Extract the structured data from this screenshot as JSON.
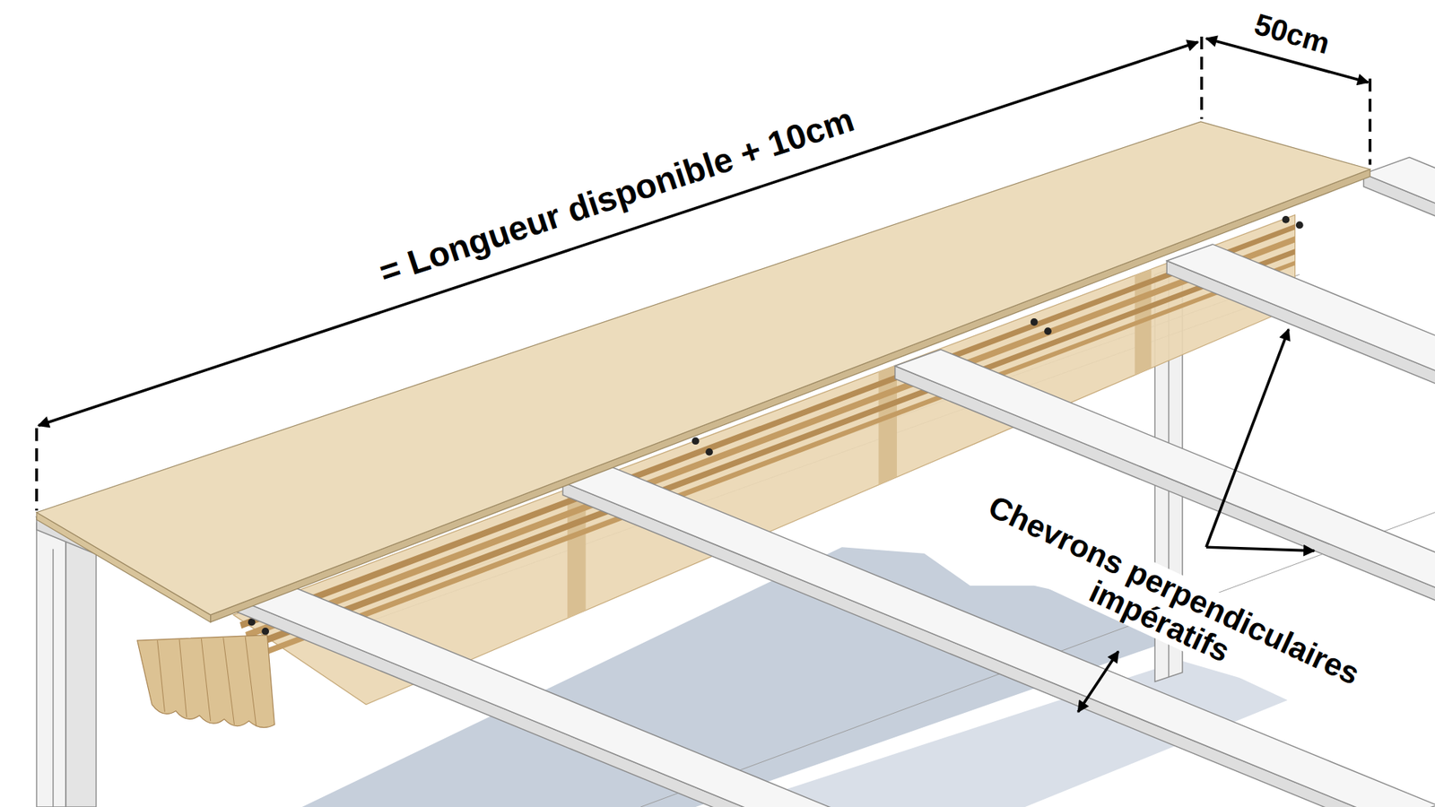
{
  "diagram": {
    "labels": [
      "= Longueur disponible + 10cm",
      "50cm",
      "Chevrons perpendiculaires impératifs"
    ]
  }
}
